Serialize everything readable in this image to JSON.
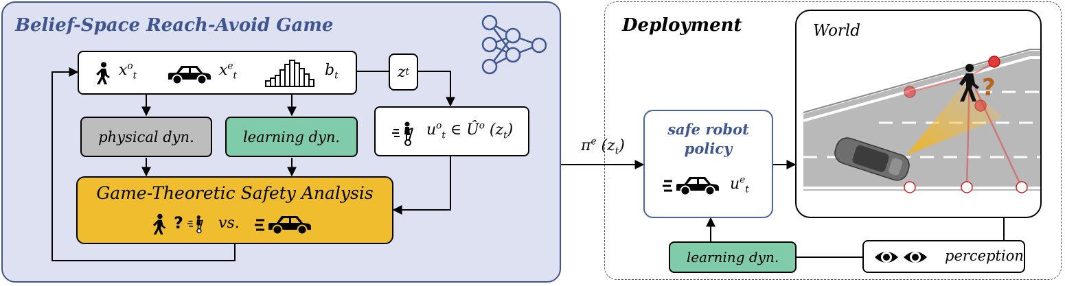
{
  "game": {
    "title": "Belief-Space Reach-Avoid Game",
    "state_x_o": "x",
    "state_x_o_sup": "o",
    "state_x_o_sub": "t",
    "state_x_e": "x",
    "state_x_e_sup": "e",
    "state_x_e_sub": "t",
    "belief": "b",
    "belief_sub": "t",
    "obs": "z",
    "obs_sub": "t",
    "physical": "physical dyn.",
    "learning": "learning dyn.",
    "control_u": "u",
    "control_sup": "o",
    "control_sub": "t",
    "control_rest": "∈ Û",
    "control_set_sup": "o",
    "control_arg": "(z",
    "control_arg_sub": "t",
    "control_close": ")",
    "analysis_title": "Game-Theoretic Safety Analysis",
    "question": "?",
    "vs": "vs."
  },
  "link": {
    "pi": "π",
    "pi_sup": "e",
    "pi_arg": "(z",
    "pi_arg_sub": "t",
    "pi_close": ")"
  },
  "deployment": {
    "title": "Deployment",
    "policy_line1": "safe robot",
    "policy_line2": "policy",
    "u": "u",
    "u_sup": "e",
    "u_sub": "t",
    "world": "World",
    "learning": "learning dyn.",
    "perception": "perception",
    "question": "?"
  },
  "colors": {
    "panel_fill": "#dde1f2",
    "panel_border": "#3e558f",
    "title_blue": "#3e558f",
    "physical_fill": "#bdbdbd",
    "learning_fill": "#80cba9",
    "analysis_fill": "#f0bd2e",
    "robot_border": "#4a62a3",
    "pedestrian_red": "#e23b3b"
  }
}
